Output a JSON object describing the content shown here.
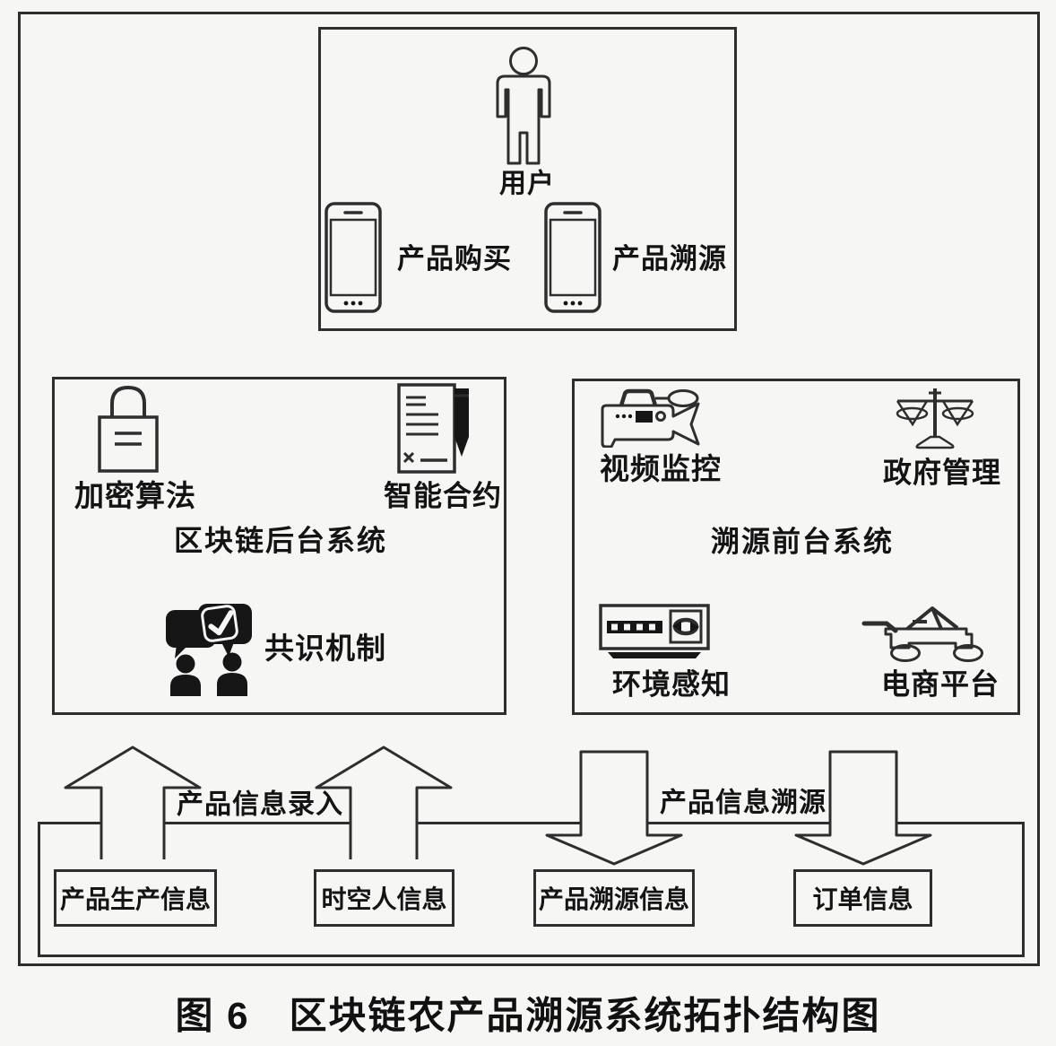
{
  "figure_caption": "图 6　区块链农产品溯源系统拓扑结构图",
  "user_panel": {
    "user_label": "用户",
    "buy_label": "产品购买",
    "trace_label": "产品溯源"
  },
  "backend_panel": {
    "title": "区块链后台系统",
    "encryption_label": "加密算法",
    "smart_contract_label": "智能合约",
    "consensus_label": "共识机制"
  },
  "frontend_panel": {
    "title": "溯源前台系统",
    "video_label": "视频监控",
    "government_label": "政府管理",
    "environment_label": "环境感知",
    "ecommerce_label": "电商平台"
  },
  "flow": {
    "entry_label": "产品信息录入",
    "trace_label": "产品信息溯源",
    "info_boxes": [
      "产品生产信息",
      "时空人信息",
      "产品溯源信息",
      "订单信息"
    ]
  },
  "icons": [
    "user-icon",
    "phone-icon",
    "lock-icon",
    "smart-contract-icon",
    "consensus-icon",
    "video-camera-icon",
    "scales-icon",
    "sensor-icon",
    "cart-icon",
    "up-arrow",
    "down-arrow"
  ],
  "colors": {
    "background": "#f6f6f4",
    "line": "#2e2e2e",
    "text": "#141414",
    "icon_fill": "#161616"
  }
}
